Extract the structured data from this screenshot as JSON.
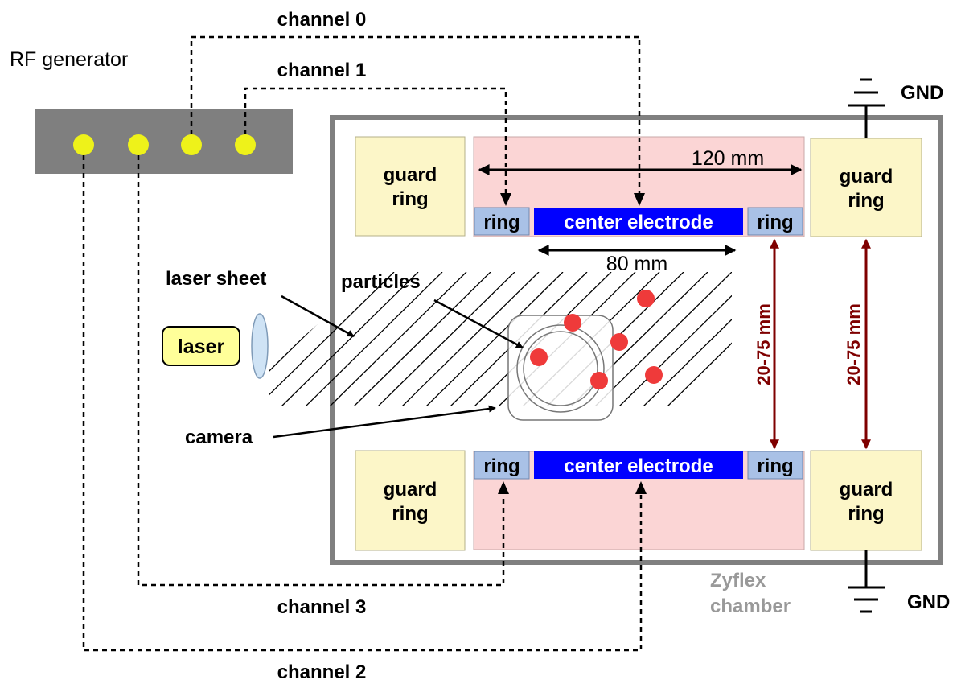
{
  "rf_generator": {
    "label": "RF generator"
  },
  "channels": {
    "ch0": "channel 0",
    "ch1": "channel 1",
    "ch2": "channel 2",
    "ch3": "channel 3"
  },
  "ground": {
    "top": "GND",
    "bottom": "GND"
  },
  "electrodes": {
    "guard_ring_line1": "guard",
    "guard_ring_line2": "ring",
    "ring": "ring",
    "center_electrode": "center electrode"
  },
  "dimensions": {
    "outer_width": "120 mm",
    "inner_width": "80 mm",
    "gap_left": "20-75 mm",
    "gap_right": "20-75 mm"
  },
  "labels": {
    "laser_sheet": "laser sheet",
    "particles": "particles",
    "camera": "camera",
    "laser": "laser"
  },
  "chamber": {
    "line1": "Zyflex",
    "line2": "chamber"
  },
  "colors": {
    "generator_box": "#7f7f7f",
    "terminal": "#eef21a",
    "chamber_border": "#808080",
    "guard_ring_fill": "#fcf6c8",
    "pink_region": "#fbd5d5",
    "ring_fill": "#a9c1e6",
    "center_electrode": "#0000ff",
    "particle": "#ef3a3a",
    "dimension_dark_red": "#7f0000",
    "laser_box": "#ffff99",
    "lens": "#cfe3f5",
    "chamber_label": "#999999"
  }
}
